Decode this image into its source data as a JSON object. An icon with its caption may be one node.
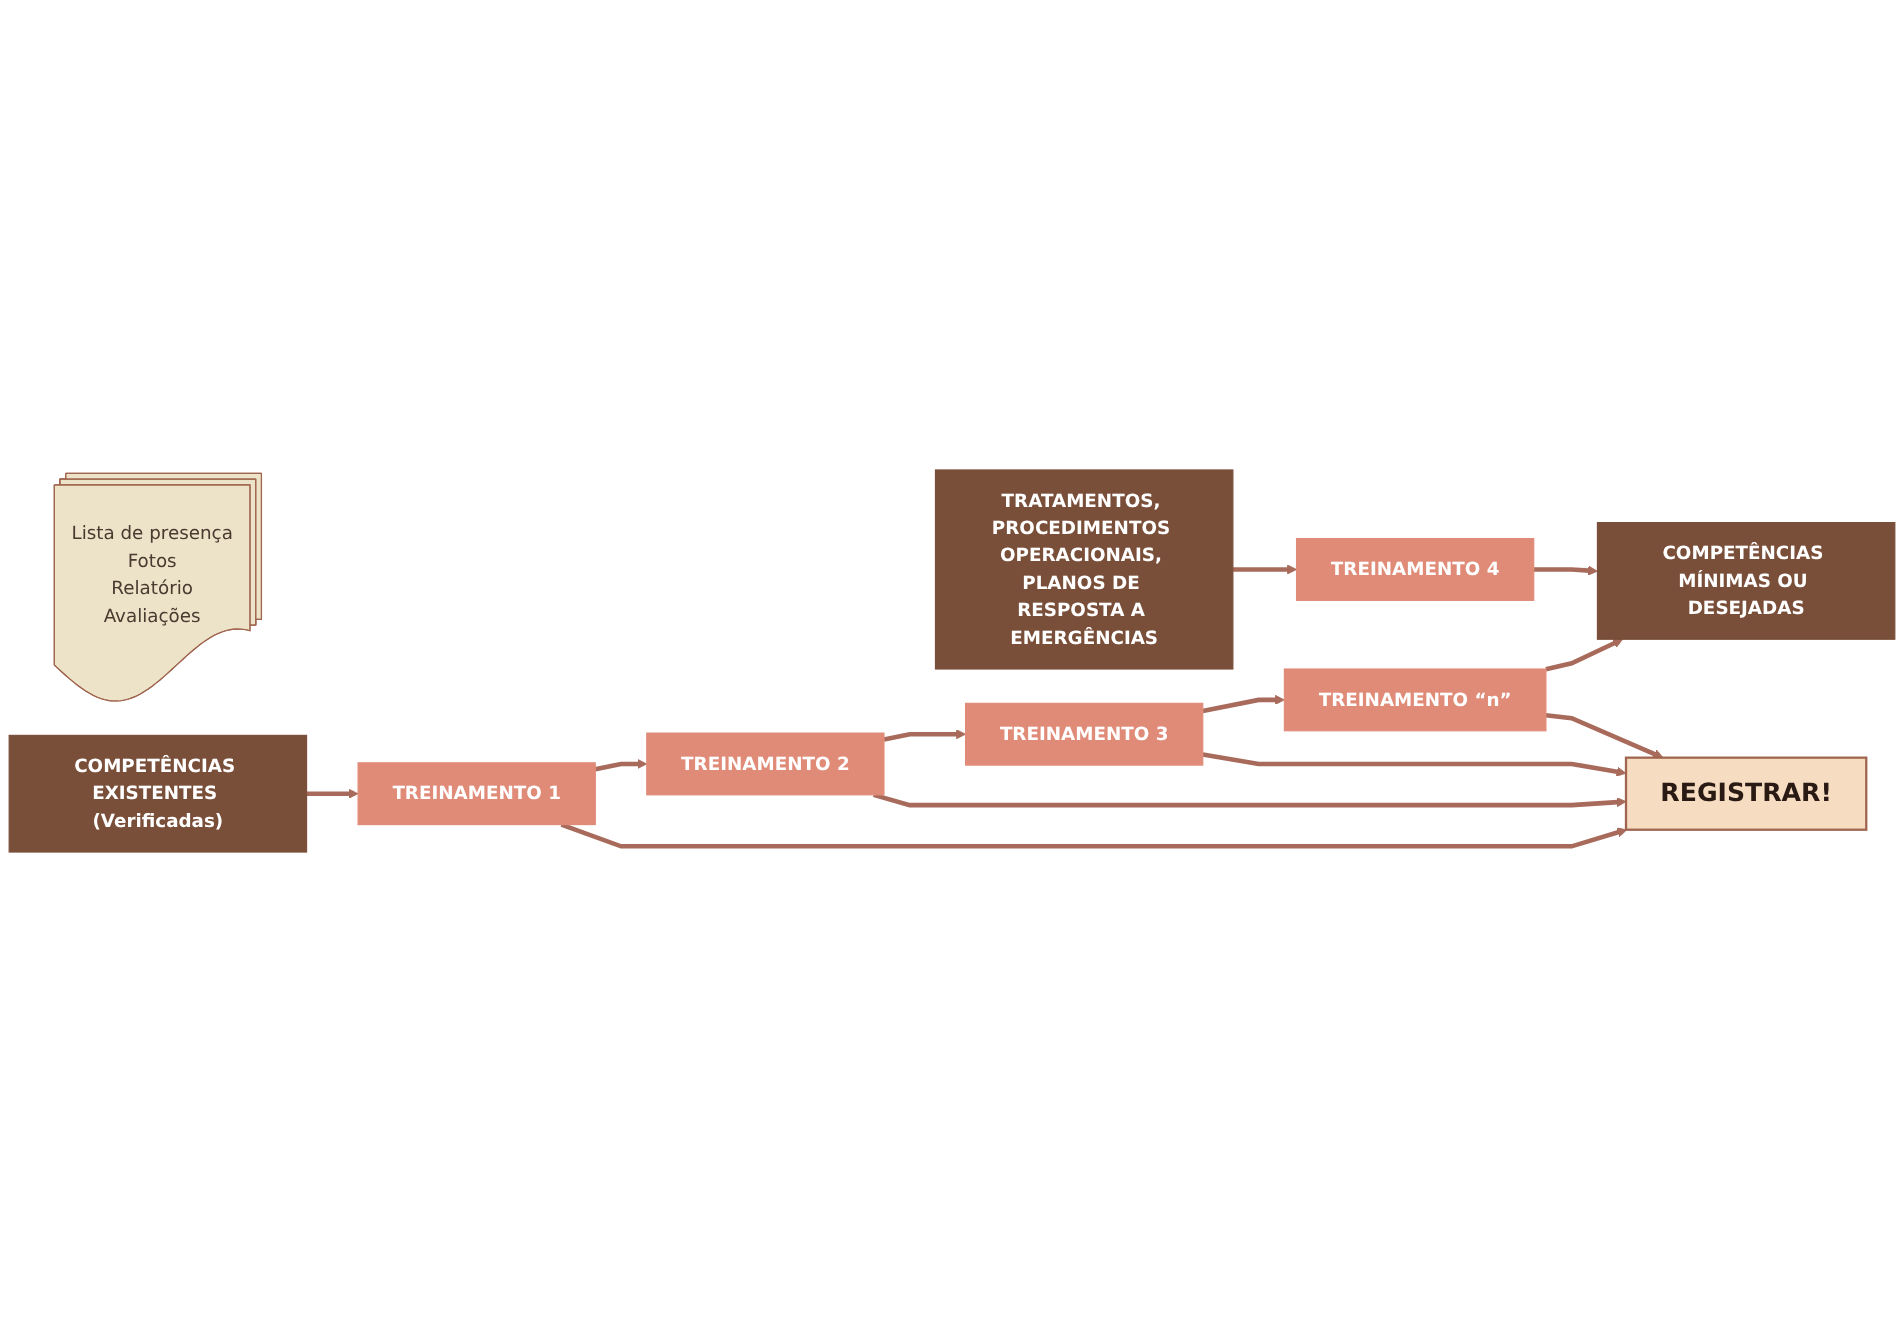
{
  "diagram": {
    "nodes": [
      {
        "text": [
          "COMPETÊNCIAS MÍNIMAS OU DESEJADAS"
        ]
      },
      {
        "text": [
          "TRATAMENTOS, PROCEDIMENTOS OPERACIONAIS, PLANOS DE RESPOSTA A EMERGÊNCIAS"
        ]
      },
      {
        "text": [
          "TREINAMENTO 4"
        ]
      },
      {
        "text": [
          "TREINAMENTO “n”"
        ]
      },
      {
        "text": [
          "TREINAMENTO 3"
        ]
      },
      {
        "text": [
          "TREINAMENTO 2"
        ]
      },
      {
        "text": [
          "TREINAMENTO 1"
        ]
      },
      {
        "text": [
          "REGISTRAR!"
        ]
      },
      {
        "text": [
          "Lista de presença",
          "Fotos",
          "Relatório",
          "Avaliações"
        ]
      },
      {
        "text": [
          "COMPETÊNCIAS EXISTENTES (Verificadas)"
        ]
      }
    ],
    "edges": [
      {
        "from": 9,
        "to": 6,
        "arrow": "to"
      },
      {
        "from": 6,
        "to": 5,
        "arrow": "to"
      },
      {
        "from": 6,
        "to": 7,
        "arrow": "to"
      },
      {
        "from": 5,
        "to": 4,
        "arrow": "to"
      },
      {
        "from": 5,
        "to": 7,
        "arrow": "to"
      },
      {
        "from": 1,
        "to": 2,
        "arrow": "to"
      },
      {
        "from": 4,
        "to": 3,
        "arrow": "to"
      },
      {
        "from": 4,
        "to": 7,
        "arrow": "to"
      },
      {
        "from": 2,
        "to": 0,
        "arrow": "to"
      },
      {
        "from": 3,
        "to": 0,
        "arrow": "to"
      },
      {
        "from": 3,
        "to": 7,
        "arrow": "to"
      }
    ]
  }
}
